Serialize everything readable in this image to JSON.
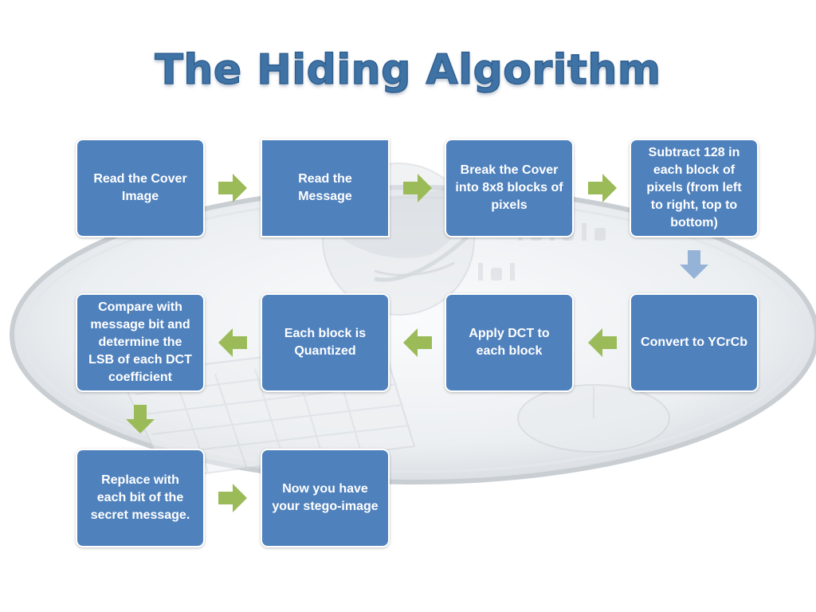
{
  "title": "The Hiding Algorithm",
  "colors": {
    "box_fill": "#4f81bd",
    "box_border": "#ffffff",
    "arrow_green": "#9bbb59",
    "arrow_blue": "#95b3d7",
    "title": "#3f73a6"
  },
  "steps": [
    {
      "label": "Read the Cover Image"
    },
    {
      "label": "Read the Message"
    },
    {
      "label": "Break the Cover into 8x8 blocks of pixels"
    },
    {
      "label": "Subtract 128 in each block of pixels (from left to right, top to bottom)"
    },
    {
      "label": "Convert to YCrCb"
    },
    {
      "label": "Apply DCT to each block"
    },
    {
      "label": "Each block is Quantized"
    },
    {
      "label": "Compare with message bit and determine the LSB of each DCT coefficient"
    },
    {
      "label": "Replace with each bit of the secret message."
    },
    {
      "label": "Now you have your stego-image"
    }
  ],
  "arrows": [
    {
      "icon": "arrow-right-icon",
      "direction": "right"
    },
    {
      "icon": "arrow-right-icon",
      "direction": "right"
    },
    {
      "icon": "arrow-right-icon",
      "direction": "right"
    },
    {
      "icon": "arrow-down-icon",
      "direction": "down"
    },
    {
      "icon": "arrow-left-icon",
      "direction": "left"
    },
    {
      "icon": "arrow-left-icon",
      "direction": "left"
    },
    {
      "icon": "arrow-left-icon",
      "direction": "left"
    },
    {
      "icon": "arrow-down-icon",
      "direction": "down"
    },
    {
      "icon": "arrow-right-icon",
      "direction": "right"
    }
  ]
}
